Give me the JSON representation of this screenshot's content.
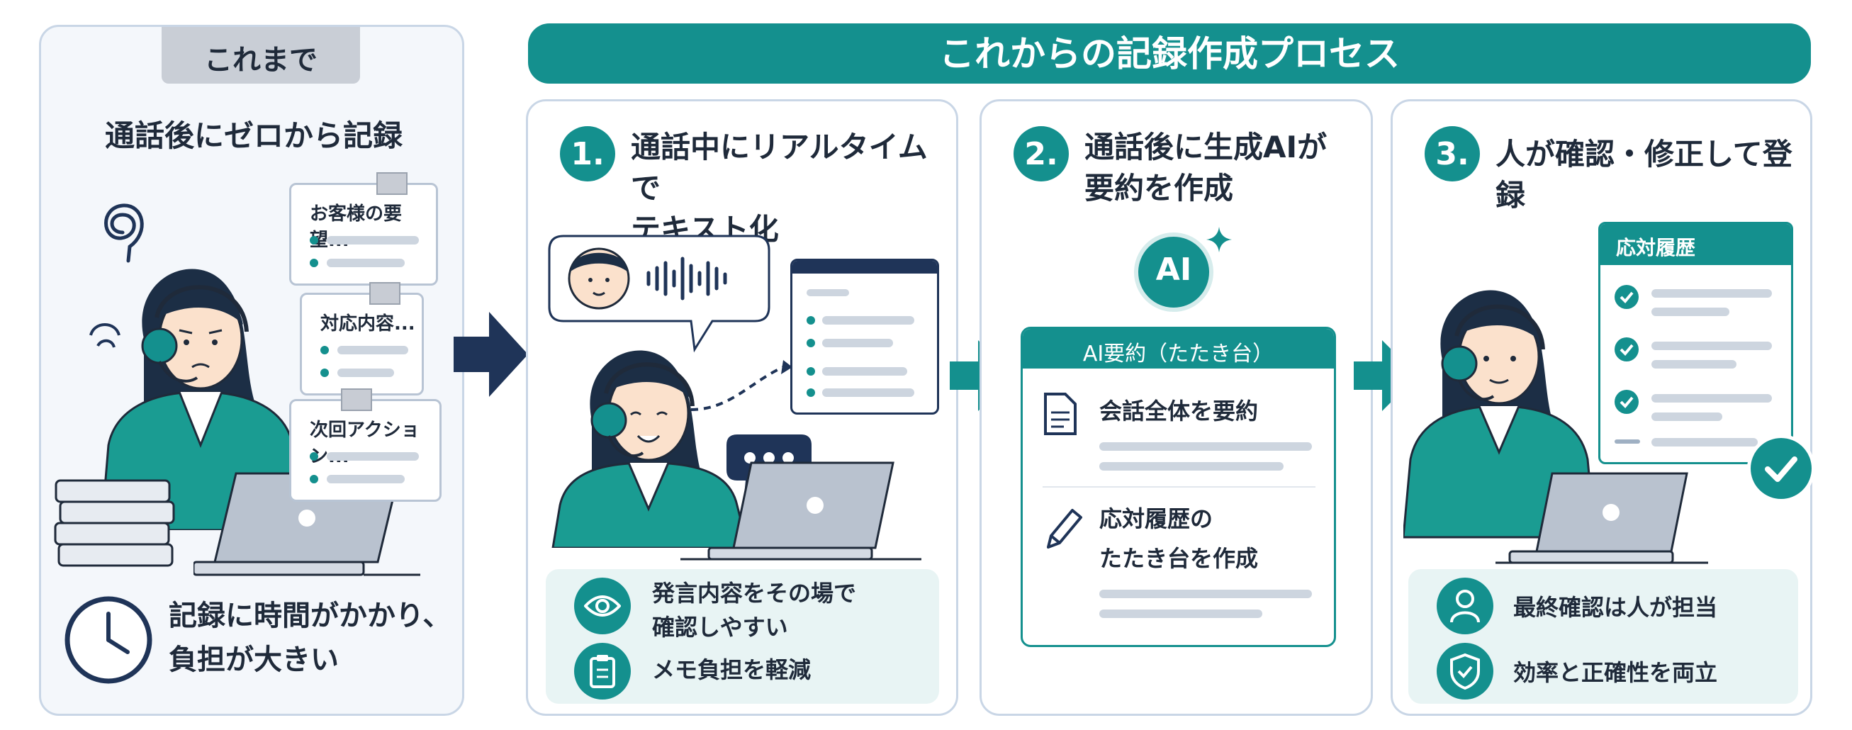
{
  "before": {
    "badge": "これまで",
    "title": "通話後にゼロから記録",
    "notes": [
      "お客様の要望...",
      "対応内容...",
      "次回アクション..."
    ],
    "bottom_text": "記録に時間がかかり、\n負担が大きい"
  },
  "process": {
    "banner": "これからの記録作成プロセス",
    "steps": [
      {
        "number": "1.",
        "heading": "通話中にリアルタイムで\nテキスト化",
        "features": [
          "発言内容をその場で\n確認しやすい",
          "メモ負担を軽減"
        ]
      },
      {
        "number": "2.",
        "heading": "通話後に生成AIが\n要約を作成",
        "ai_badge": "AI",
        "card_header": "AI要約（たたき台）",
        "card_item1": "会話全体を要約",
        "card_item2": "応対履歴の\nたたき台を作成"
      },
      {
        "number": "3.",
        "heading": "人が確認・修正して登録",
        "history_header": "応対履歴",
        "features": [
          "最終確認は人が担当",
          "効率と正確性を両立"
        ]
      }
    ]
  },
  "colors": {
    "teal": "#14908e",
    "navy": "#1f3458",
    "panel_border": "#c9d6e6"
  }
}
